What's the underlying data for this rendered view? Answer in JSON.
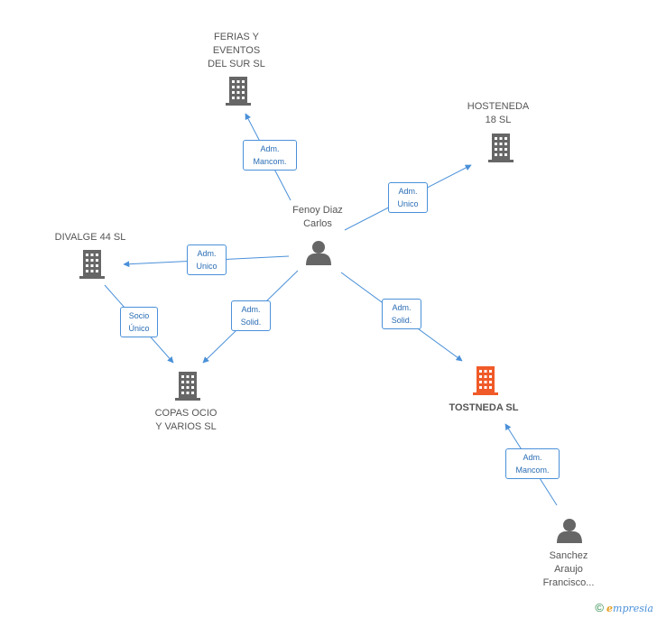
{
  "nodes": {
    "ferias": {
      "label": "FERIAS Y\nEVENTOS\nDEL SUR SL",
      "type": "company"
    },
    "hosteneda": {
      "label": "HOSTENEDA\n18  SL",
      "type": "company"
    },
    "fenoy": {
      "label": "Fenoy Diaz\nCarlos",
      "type": "person"
    },
    "divalge": {
      "label": "DIVALGE 44 SL",
      "type": "company"
    },
    "copas": {
      "label": "COPAS OCIO\nY VARIOS SL",
      "type": "company"
    },
    "tostneda": {
      "label": "TOSTNEDA SL",
      "type": "company-highlight"
    },
    "sanchez": {
      "label": "Sanchez\nAraujo\nFrancisco...",
      "type": "person"
    }
  },
  "edges": {
    "fenoy_ferias": "Adm.\nMancom.",
    "fenoy_hosteneda": "Adm.\nUnico",
    "fenoy_divalge": "Adm.\nUnico",
    "fenoy_copas": "Adm.\nSolid.",
    "fenoy_tostneda": "Adm.\nSolid.",
    "divalge_copas": "Socio\nÚnico",
    "sanchez_tostneda": "Adm.\nMancom."
  },
  "colors": {
    "edge": "#4a90d9",
    "company_icon": "#666666",
    "highlight_icon": "#f05a28",
    "person_icon": "#666666"
  },
  "footer": {
    "copyright": "©",
    "brand_e": "e",
    "brand_rest": "mpresia"
  }
}
